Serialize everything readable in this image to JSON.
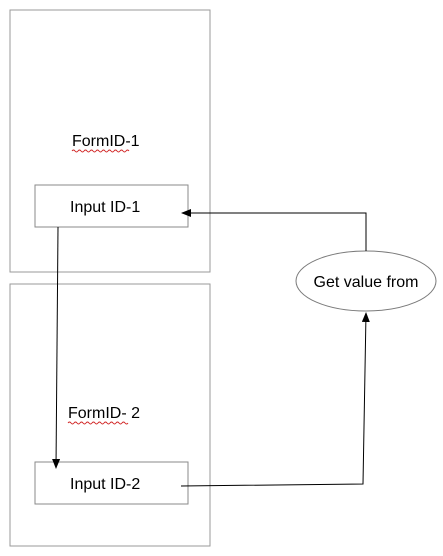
{
  "diagram": {
    "form1": {
      "label": "FormID-1"
    },
    "form2": {
      "label": "FormID- 2"
    },
    "input1": {
      "label": "Input ID-1"
    },
    "input2": {
      "label": "Input ID-2"
    },
    "process": {
      "label": "Get value from"
    },
    "edges": [
      {
        "from": "input1",
        "to": "input2"
      },
      {
        "from": "input2",
        "to": "process"
      },
      {
        "from": "process",
        "to": "input1"
      }
    ]
  },
  "colors": {
    "box_stroke": "#9a9a9a",
    "arrow": "#000000",
    "spellcheck": "#d02020"
  }
}
